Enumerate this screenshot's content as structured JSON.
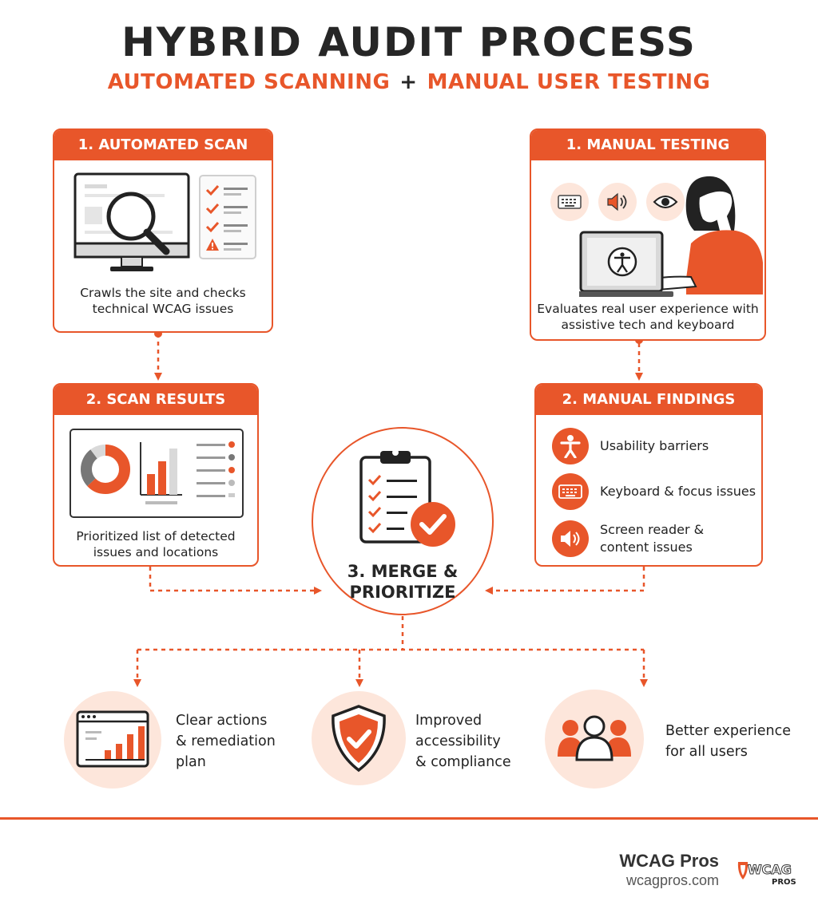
{
  "header": {
    "title": "HYBRID AUDIT PROCESS",
    "subtitle_left": "AUTOMATED SCANNING",
    "subtitle_plus": "+",
    "subtitle_right": "MANUAL USER TESTING"
  },
  "automated_scan": {
    "title": "1. AUTOMATED SCAN",
    "caption_line1": "Crawls the site and checks",
    "caption_line2": "technical WCAG issues"
  },
  "manual_testing": {
    "title": "1. MANUAL TESTING",
    "caption_line1": "Evaluates real user experience with",
    "caption_line2": "assistive tech and keyboard"
  },
  "scan_results": {
    "title": "2. SCAN RESULTS",
    "caption_line1": "Prioritized list of detected",
    "caption_line2": "issues and locations"
  },
  "manual_findings": {
    "title": "2. MANUAL FINDINGS",
    "items": [
      {
        "icon": "accessibility-person-icon",
        "line1": "Usability barriers",
        "line2": ""
      },
      {
        "icon": "keyboard-icon",
        "line1": "Keyboard & focus issues",
        "line2": ""
      },
      {
        "icon": "speaker-icon",
        "line1": "Screen reader &",
        "line2": "content issues"
      }
    ]
  },
  "merge": {
    "line1": "3. MERGE &",
    "line2": "PRIORITIZE"
  },
  "outcomes": [
    {
      "icon": "chart-window-icon",
      "line1": "Clear actions",
      "line2": "& remediation",
      "line3": "plan"
    },
    {
      "icon": "shield-check-icon",
      "line1": "Improved",
      "line2": "accessibility",
      "line3": "& compliance"
    },
    {
      "icon": "users-group-icon",
      "line1": "Better experience",
      "line2": "for all users",
      "line3": ""
    }
  ],
  "footer": {
    "brand_name": "WCAG Pros",
    "brand_url": "wcagpros.com",
    "logo_text_top": "WCAG",
    "logo_text_bottom": "PROS"
  },
  "colors": {
    "accent": "#e8562a",
    "accent_light": "#fde6db",
    "text_dark": "#262626"
  }
}
